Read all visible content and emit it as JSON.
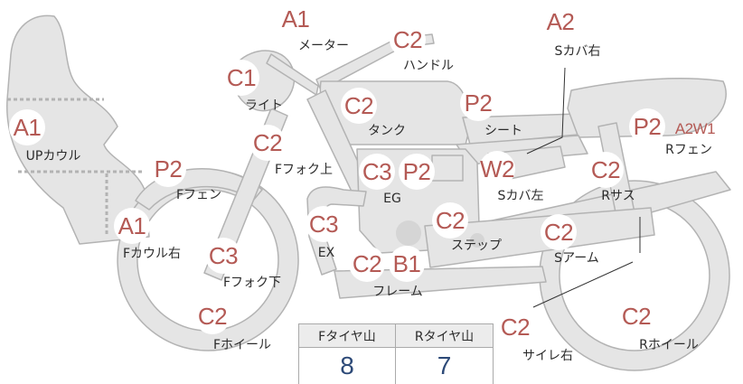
{
  "parts": [
    {
      "id": "meter",
      "grade": "A1",
      "grade2": "",
      "label": "メーター"
    },
    {
      "id": "handle",
      "grade": "C2",
      "grade2": "",
      "label": "ハンドル"
    },
    {
      "id": "s-cover-r",
      "grade": "A2",
      "grade2": "",
      "label": "Sカバ右"
    },
    {
      "id": "light",
      "grade": "C1",
      "grade2": "",
      "label": "ライト"
    },
    {
      "id": "tank",
      "grade": "C2",
      "grade2": "",
      "label": "タンク"
    },
    {
      "id": "seat",
      "grade": "P2",
      "grade2": "",
      "label": "シート"
    },
    {
      "id": "r-fender",
      "grade": "P2",
      "grade2": "A2W1",
      "label": "Rフェン"
    },
    {
      "id": "up-cowl",
      "grade": "A1",
      "grade2": "",
      "label": "UPカウル"
    },
    {
      "id": "f-fork-up",
      "grade": "C2",
      "grade2": "",
      "label": "Fフォク上"
    },
    {
      "id": "f-fender",
      "grade": "P2",
      "grade2": "",
      "label": "Fフェン"
    },
    {
      "id": "eg",
      "grade": "C3",
      "grade2": "P2",
      "label": "EG"
    },
    {
      "id": "s-cover-l",
      "grade": "W2",
      "grade2": "",
      "label": "Sカバ左"
    },
    {
      "id": "r-sus",
      "grade": "C2",
      "grade2": "",
      "label": "Rサス"
    },
    {
      "id": "f-cowl-r",
      "grade": "A1",
      "grade2": "",
      "label": "Fカウル右"
    },
    {
      "id": "ex",
      "grade": "C3",
      "grade2": "",
      "label": "EX"
    },
    {
      "id": "step",
      "grade": "C2",
      "grade2": "",
      "label": "ステップ"
    },
    {
      "id": "s-arm",
      "grade": "C2",
      "grade2": "",
      "label": "Sアーム"
    },
    {
      "id": "f-fork-down",
      "grade": "C3",
      "grade2": "",
      "label": "Fフォク下"
    },
    {
      "id": "frame",
      "grade": "C2",
      "grade2": "B1",
      "label": "フレーム"
    },
    {
      "id": "f-wheel",
      "grade": "C2",
      "grade2": "",
      "label": "Fホイール"
    },
    {
      "id": "side-r",
      "grade": "C2",
      "grade2": "",
      "label": "サイレ右"
    },
    {
      "id": "r-wheel",
      "grade": "C2",
      "grade2": "",
      "label": "Rホイール"
    }
  ],
  "tread": {
    "front_label": "Fタイヤ山",
    "rear_label": "Rタイヤ山",
    "front_value": "8",
    "rear_value": "7"
  },
  "colors": {
    "grade_text": "#b45a55",
    "body_fill": "#e5e5e5",
    "outline": "#b3b3b3",
    "tread_value": "#2d4a78"
  }
}
